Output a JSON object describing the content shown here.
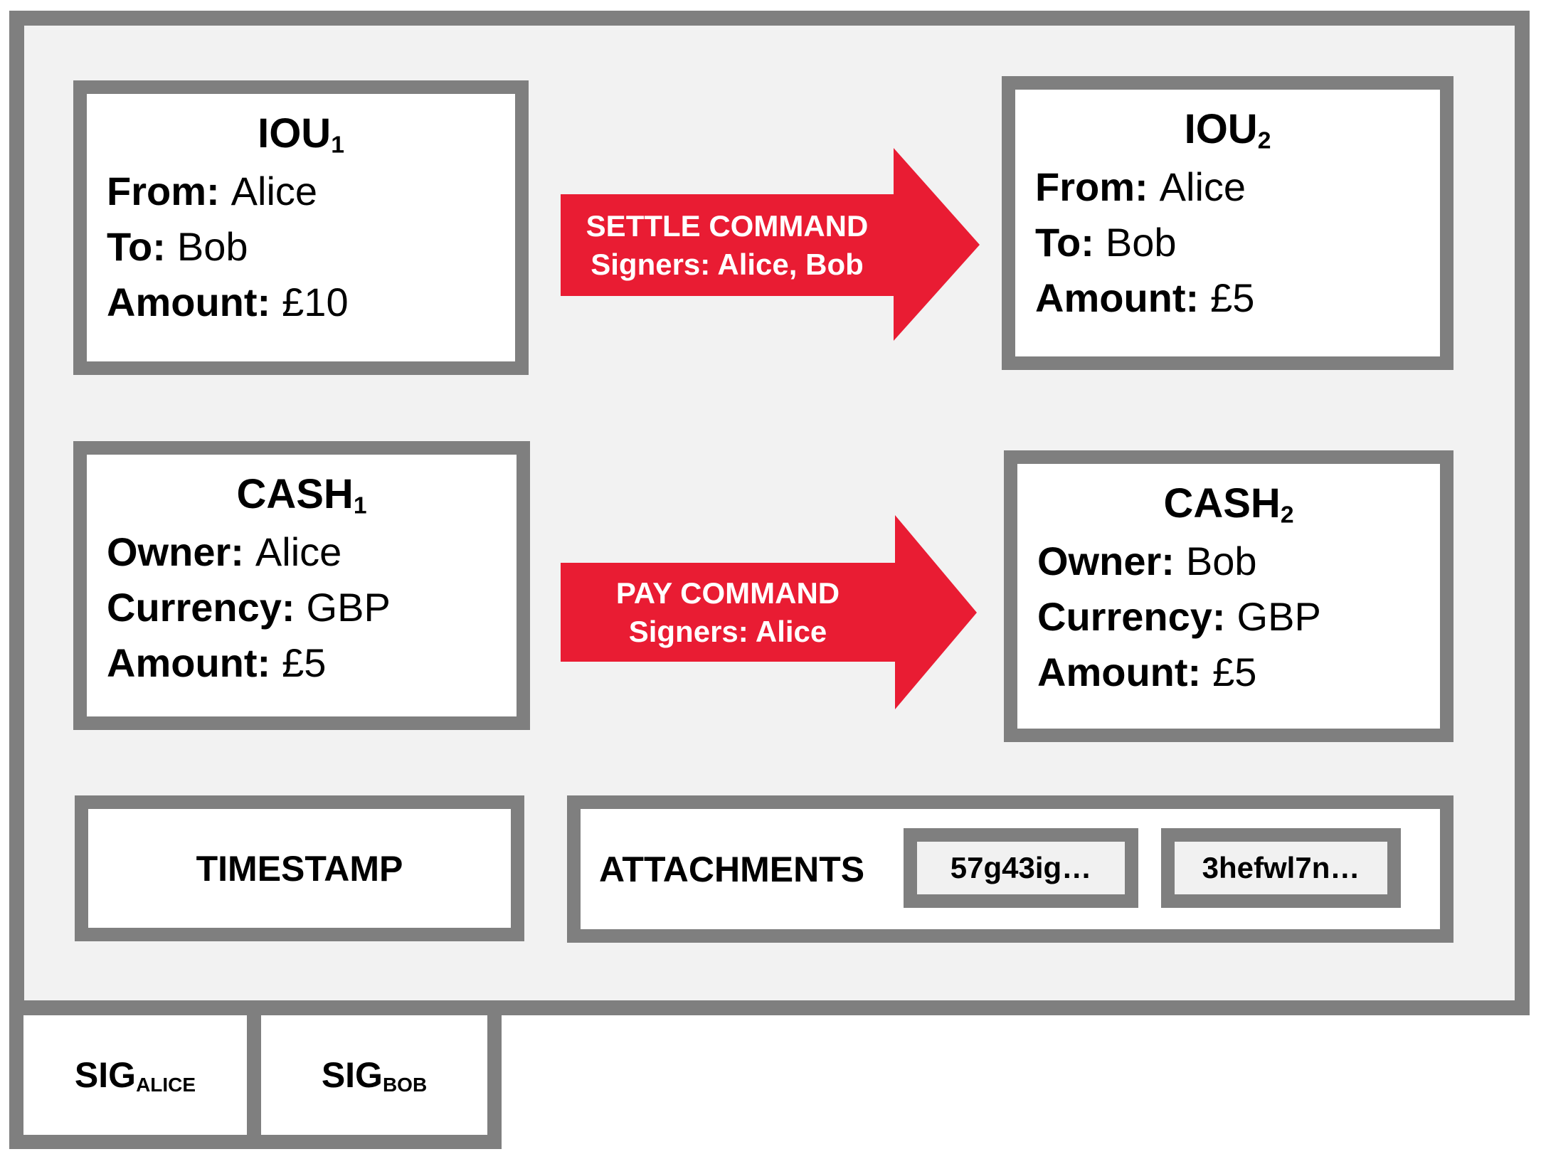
{
  "colors": {
    "border_gray": "#7f7f7f",
    "panel_bg": "#f2f2f2",
    "box_bg": "#ffffff",
    "chip_bg": "#f1f1f1",
    "accent_red": "#e91c33",
    "text": "#000000",
    "arrow_text": "#ffffff"
  },
  "states": [
    {
      "title": "IOU",
      "subscript": "1",
      "fields": [
        {
          "label": "From:",
          "value": "Alice"
        },
        {
          "label": "To:",
          "value": "Bob"
        },
        {
          "label": "Amount:",
          "value": "£10"
        }
      ]
    },
    {
      "title": "IOU",
      "subscript": "2",
      "fields": [
        {
          "label": "From:",
          "value": "Alice"
        },
        {
          "label": "To:",
          "value": "Bob"
        },
        {
          "label": "Amount:",
          "value": "£5"
        }
      ]
    },
    {
      "title": "CASH",
      "subscript": "1",
      "fields": [
        {
          "label": "Owner:",
          "value": "Alice"
        },
        {
          "label": "Currency:",
          "value": "GBP"
        },
        {
          "label": "Amount:",
          "value": "£5"
        }
      ]
    },
    {
      "title": "CASH",
      "subscript": "2",
      "fields": [
        {
          "label": "Owner:",
          "value": "Bob"
        },
        {
          "label": "Currency:",
          "value": "GBP"
        },
        {
          "label": "Amount:",
          "value": "£5"
        }
      ]
    }
  ],
  "commands": [
    {
      "line1": "SETTLE COMMAND",
      "line2": "Signers: Alice, Bob"
    },
    {
      "line1": "PAY COMMAND",
      "line2": "Signers: Alice"
    }
  ],
  "timestamp": {
    "label": "TIMESTAMP"
  },
  "attachments": {
    "label": "ATTACHMENTS",
    "items": [
      "57g43ig…",
      "3hefwl7n…"
    ]
  },
  "signatures": [
    {
      "label": "SIG",
      "subscript": "ALICE"
    },
    {
      "label": "SIG",
      "subscript": "BOB"
    }
  ]
}
